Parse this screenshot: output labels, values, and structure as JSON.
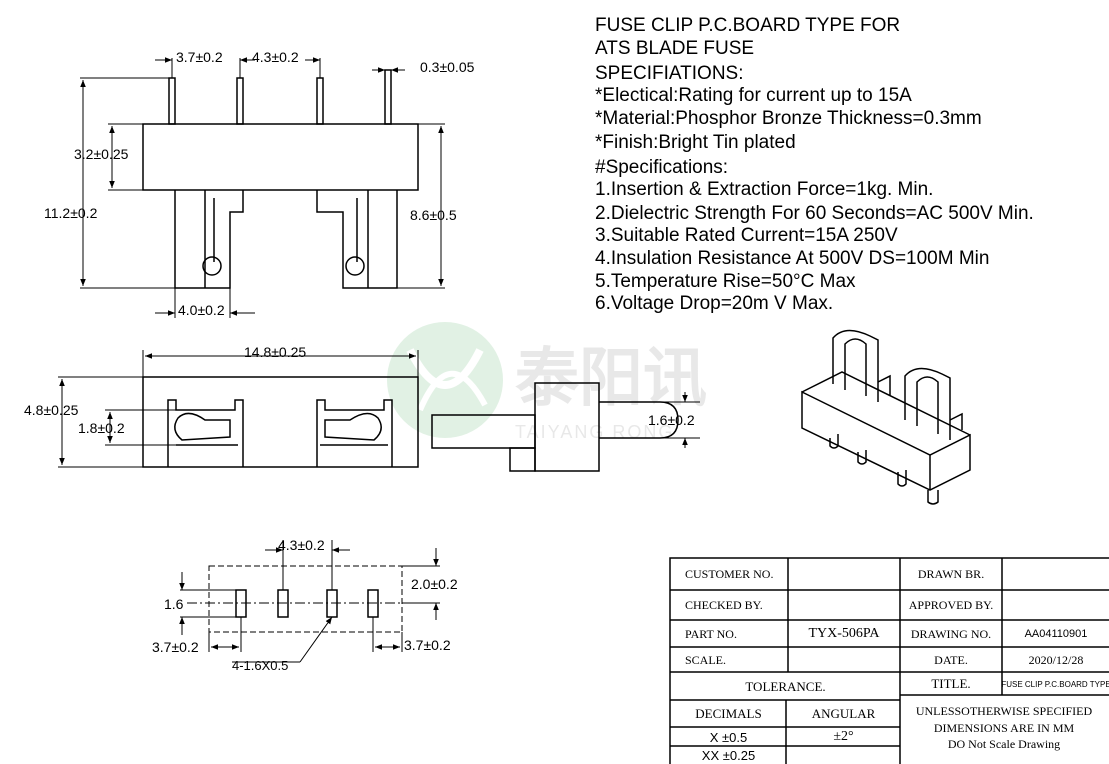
{
  "specs": {
    "title_line1": "FUSE CLIP P.C.BOARD TYPE FOR",
    "title_line2": "ATS BLADE FUSE",
    "heading": "SPECIFIATIONS:",
    "electrical": "*Electical:Rating for current up to 15A",
    "material": "*Material:Phosphor Bronze Thickness=0.3mm",
    "finish": "*Finish:Bright Tin plated",
    "subheading": "#Specifications:",
    "items": [
      "1.Insertion & Extraction Force=1kg. Min.",
      "2.Dielectric Strength For 60 Seconds=AC 500V Min.",
      "3.Suitable Rated Current=15A 250V",
      "4.Insulation Resistance At 500V DS=100M  Min",
      "5.Temperature Rise=50°C Max",
      "6.Voltage Drop=20m V Max."
    ]
  },
  "dimensions": {
    "front": {
      "pitch_a": "3.7±0.2",
      "pitch_b": "4.3±0.2",
      "thickness": "0.3±0.05",
      "body_height": "3.2±0.25",
      "overall_height": "11.2±0.2",
      "clip_height": "8.6±0.5",
      "clip_width": "4.0±0.2"
    },
    "top": {
      "length": "14.8±0.25",
      "height": "4.8±0.25",
      "inner": "1.8±0.2"
    },
    "side": {
      "width": "1.6±0.2"
    },
    "pcb": {
      "pitch": "4.3±0.2",
      "row": "2.0±0.2",
      "slot": "1.6",
      "pitch_left": "3.7±0.2",
      "pitch_right": "3.7±0.2",
      "holes": "4-1.6X0.5"
    }
  },
  "watermark": {
    "name": "泰阳讯",
    "brand": "TAIYANG RONG"
  },
  "title_block": {
    "customer_label": "CUSTOMER NO.",
    "customer_value": "",
    "drawn_label": "DRAWN BR.",
    "drawn_value": "",
    "checked_label": "CHECKED BY.",
    "checked_value": "",
    "approved_label": "APPROVED BY.",
    "approved_value": "",
    "part_label": "PART NO.",
    "part_value": "TYX-506PA",
    "drawing_label": "DRAWING NO.",
    "drawing_value": "AA04110901",
    "scale_label": "SCALE.",
    "scale_value": "",
    "date_label": "DATE.",
    "date_value": "2020/12/28",
    "tolerance_label": "TOLERANCE.",
    "title_label": "TITLE.",
    "title_value": "FUSE CLIP P.C.BOARD TYPE",
    "decimals_label": "DECIMALS",
    "angular_label": "ANGULAR",
    "x_tol": "X  ±0.5",
    "xx_tol": "XX  ±0.25",
    "angular_value": "±2°",
    "note_line1": "UNLESSOTHERWISE SPECIFIED",
    "note_line2": "DIMENSIONS ARE IN MM",
    "note_line3": "DO Not Scale Drawing"
  }
}
